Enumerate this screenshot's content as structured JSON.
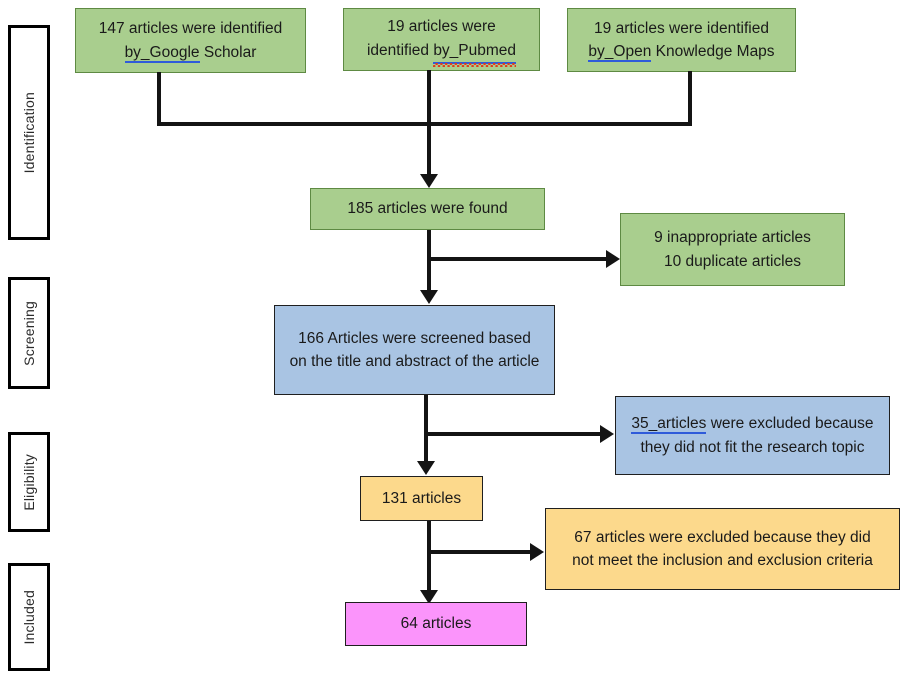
{
  "diagram": {
    "title": "PRISMA article selection flow diagram",
    "colors": {
      "green_fill": "#A9CE8E",
      "green_border": "#5E8A43",
      "blue_fill": "#A9C4E3",
      "orange_fill": "#FCD98C",
      "magenta_fill": "#FB94FB",
      "connector": "#141414",
      "grammar_underline": "#2F5BDA",
      "spellcheck_underline": "#E03B1C"
    }
  },
  "stages": [
    {
      "label": "Identification"
    },
    {
      "label": "Screening"
    },
    {
      "label": "Eligibility"
    },
    {
      "label": "Included"
    }
  ],
  "sources": [
    {
      "name": "google-scholar",
      "line1": "147 articles were identified",
      "line2_underlined": "by_Google",
      "line2_rest": " Scholar",
      "count": 147
    },
    {
      "name": "pubmed",
      "line1": "19 articles were",
      "line2_prefix": "identified ",
      "line2_underlined": "by_Pubmed",
      "line2_rest": "",
      "count": 19
    },
    {
      "name": "open-knowledge-maps",
      "line1": "19 articles were identified",
      "line2_underlined": "by_Open",
      "line2_rest": " Knowledge Maps",
      "count": 19
    }
  ],
  "flow": {
    "found": {
      "text": "185 articles were found",
      "count": 185
    },
    "found_excluded": {
      "line1": "9 inappropriate articles",
      "line2": "10 duplicate articles",
      "inappropriate": 9,
      "duplicates": 10
    },
    "screened": {
      "line1": "166 Articles were screened based",
      "line2": "on the title and abstract of the article",
      "count": 166
    },
    "screened_excluded": {
      "line1_underlined": "35_articles",
      "line1_rest": " were excluded because",
      "line2": "they did not fit the research topic",
      "count": 35
    },
    "eligible": {
      "text": "131 articles",
      "count": 131
    },
    "eligible_excluded": {
      "line1": "67 articles were excluded because they did",
      "line2": "not meet the inclusion and exclusion criteria",
      "count": 67
    },
    "included": {
      "text": "64 articles",
      "count": 64
    }
  }
}
